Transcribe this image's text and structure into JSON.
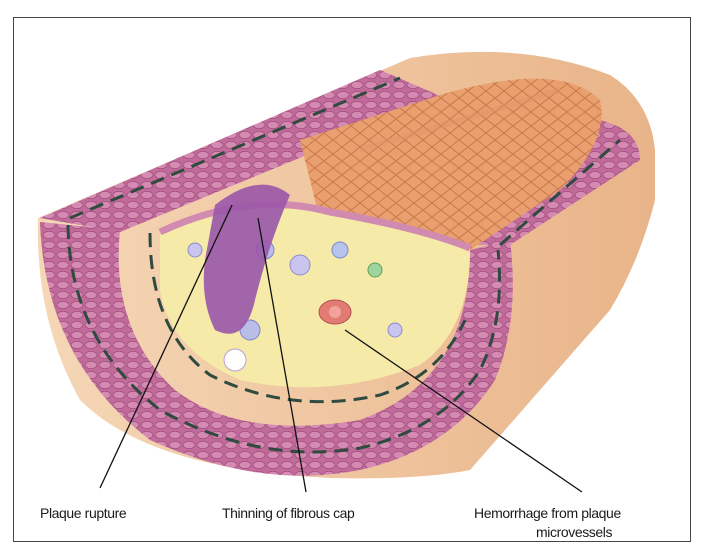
{
  "labels": {
    "plaque_rupture": "Plaque rupture",
    "thinning_cap": "Thinning of fibrous cap",
    "hemorrhage_line1": "Hemorrhage from plaque",
    "hemorrhage_line2": "microvessels"
  },
  "colors": {
    "adventitia": "#f2c7a0",
    "media": "#b85a8f",
    "lumen": "#e79c6a",
    "plaque_core": "#f6eaa8",
    "elastic_lamina": "#2f4a3e",
    "leader_line": "#111111",
    "frame_border": "#444444"
  }
}
